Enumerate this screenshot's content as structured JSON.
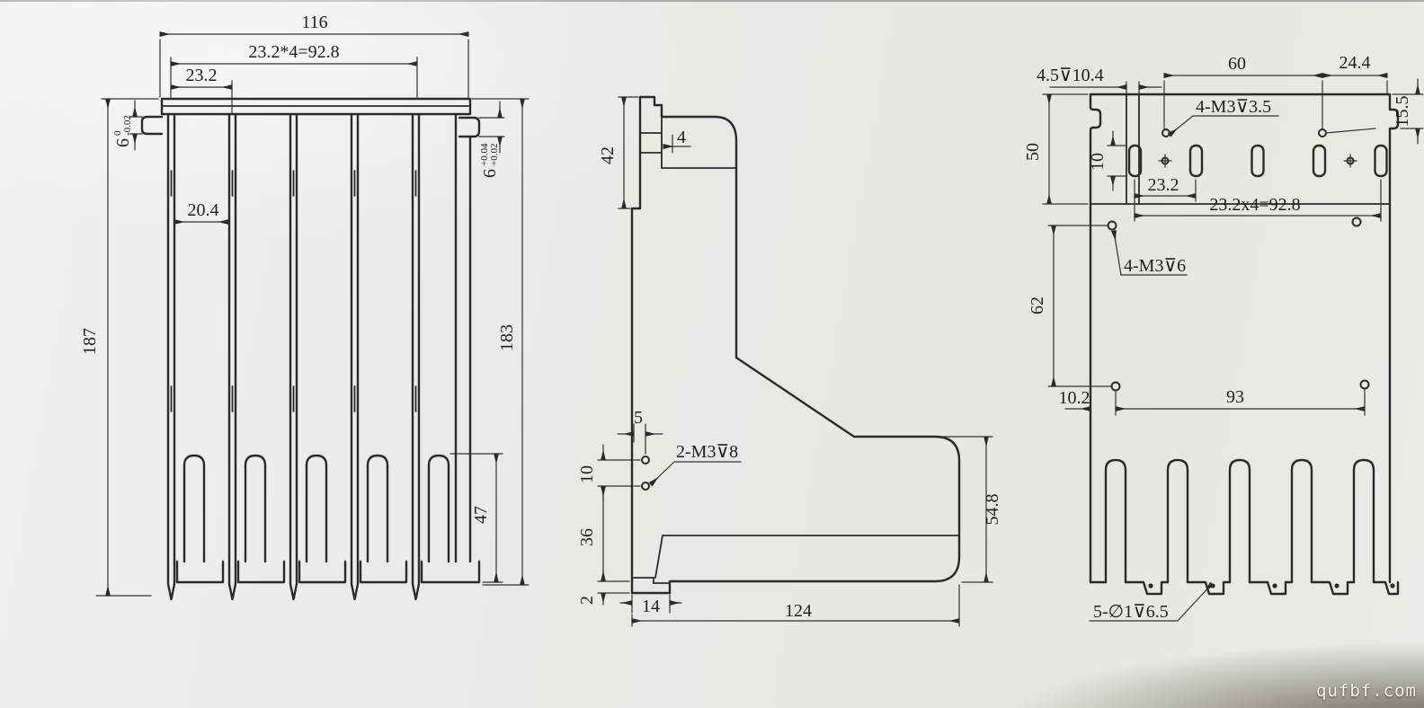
{
  "watermark": "qufbf.com",
  "front": {
    "total_width": "116",
    "pitch_total": "23.2*4=92.8",
    "pitch": "23.2",
    "fin_gap": "20.4",
    "height_total": "187",
    "height_body": "183",
    "foot_height": "47",
    "tolL": {
      "n": "6",
      "u": "0",
      "l": "-0.02"
    },
    "tolR": {
      "n": "6",
      "u": "+0.04",
      "l": "+0.02"
    }
  },
  "side": {
    "back_height": "42",
    "step": "4",
    "hole_edge": "5",
    "hole_pitch": "10",
    "base_height": "36",
    "foot_step": "2",
    "foot_width": "14",
    "depth": "124",
    "front_height": "54.8",
    "callout_holes": "2-M3⊽8"
  },
  "back": {
    "groove": "4.5⊽10.4",
    "pitch_60": "60",
    "offset_244": "24.4",
    "tab_155": "15.5",
    "band_50": "50",
    "slot_10": "10",
    "pitch_232": "23.2",
    "pitch_total": "23.2x4=92.8",
    "mid_62": "62",
    "edge_102": "10.2",
    "span_93": "93",
    "callout_top": "4-M3⊽3.5",
    "callout_mid": "4-M3⊽6",
    "callout_bottom": "5-∅1⊽6.5"
  }
}
